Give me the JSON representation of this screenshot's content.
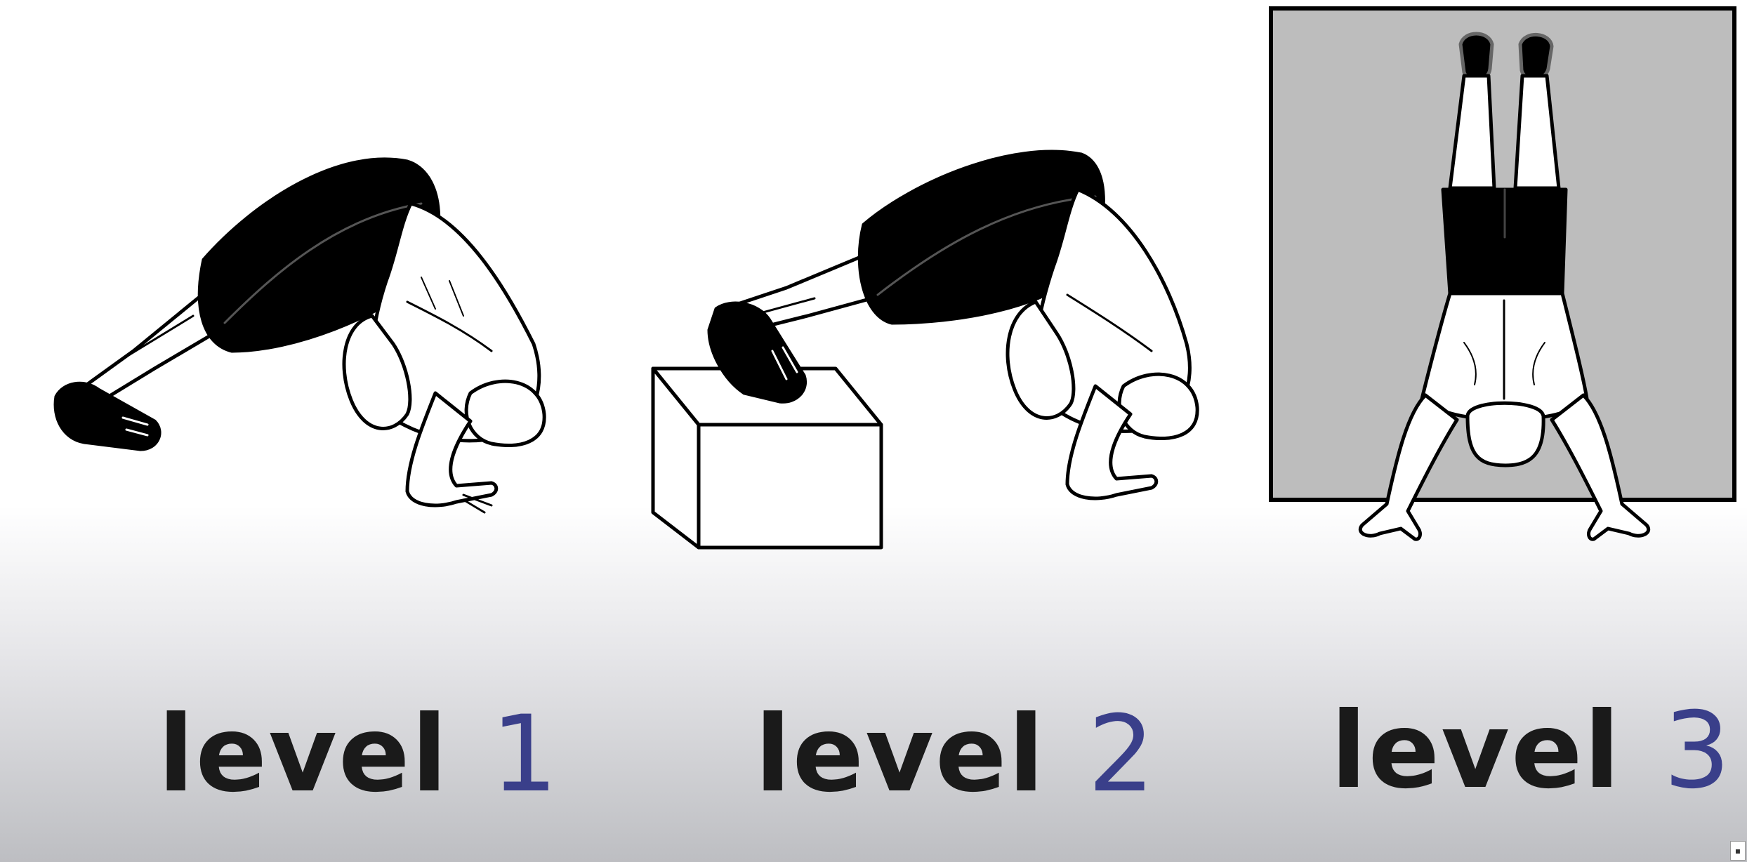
{
  "colors": {
    "word": "#1a1a1a",
    "number": "#3a3f8a",
    "wall": "#bdbdbd",
    "outline": "#000000"
  },
  "levels": [
    {
      "word": "level",
      "number": "1",
      "figure": "pike-push-up-icon"
    },
    {
      "word": "level",
      "number": "2",
      "figure": "elevated-pike-push-up-icon"
    },
    {
      "word": "level",
      "number": "3",
      "figure": "wall-handstand-push-up-icon"
    }
  ]
}
